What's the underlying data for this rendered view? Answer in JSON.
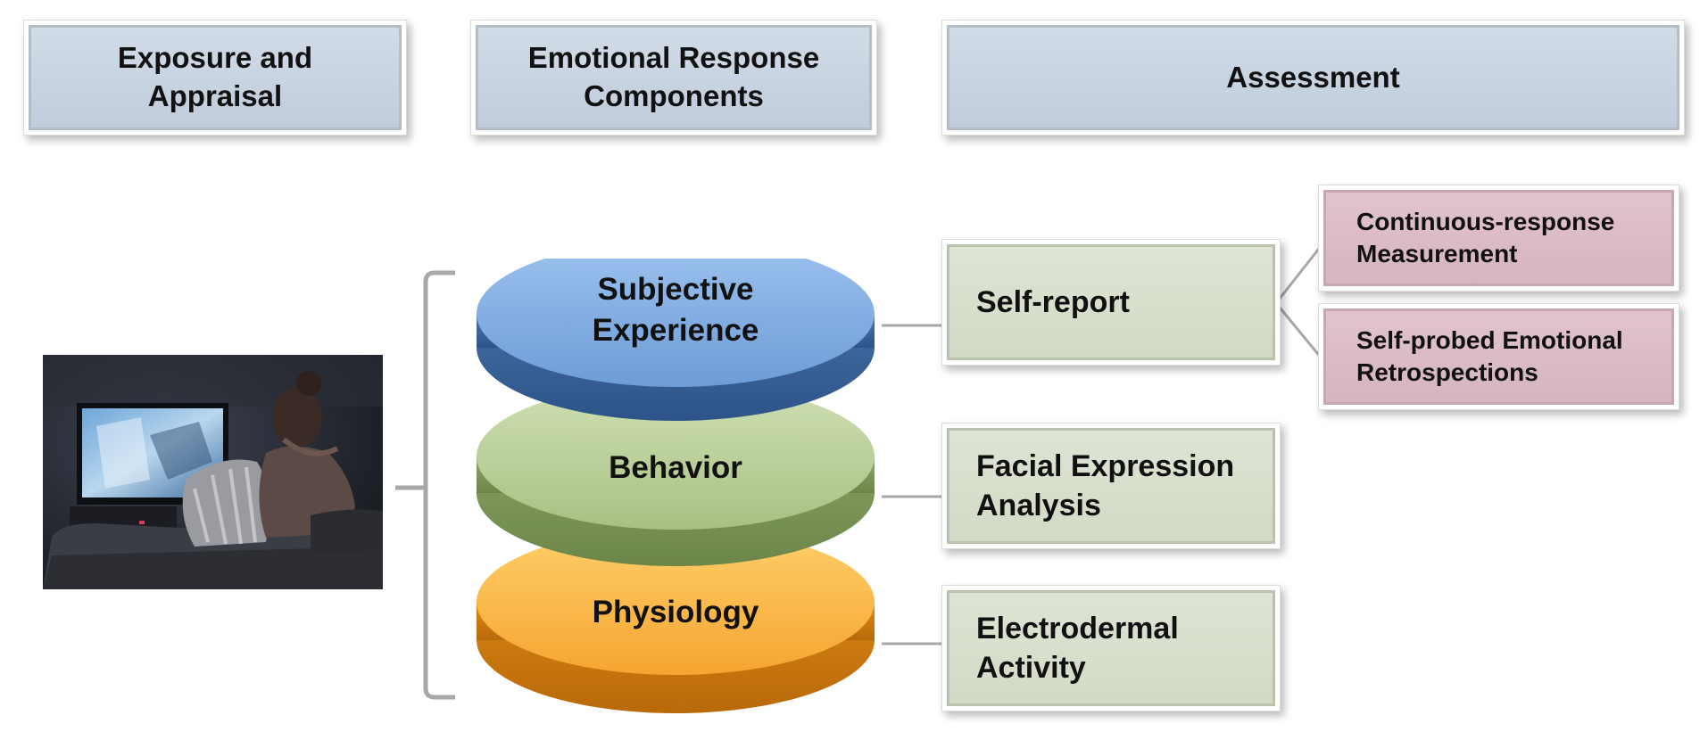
{
  "headers": {
    "exposure": [
      "Exposure and",
      "Appraisal"
    ],
    "emotional": [
      "Emotional Response",
      "Components"
    ],
    "assessment": "Assessment"
  },
  "components": [
    {
      "lines": [
        "Subjective",
        "Experience"
      ],
      "color": "#7fa9df"
    },
    {
      "lines": [
        "Behavior"
      ],
      "color": "#b9cf98"
    },
    {
      "lines": [
        "Physiology"
      ],
      "color": "#f9b347"
    }
  ],
  "assessment_methods": {
    "self_report": [
      "Self-report"
    ],
    "facial": [
      "Facial Expression",
      "Analysis"
    ],
    "electrodermal": [
      "Electrodermal",
      "Activity"
    ]
  },
  "self_report_types": {
    "continuous": [
      "Continuous-response",
      "Measurement"
    ],
    "retrospection": [
      "Self-probed Emotional",
      "Retrospections"
    ]
  },
  "colors": {
    "header_fill": "#c9d4e2",
    "method_fill": "#d9dfce",
    "subtype_fill": "#dcbcc9"
  },
  "image": "person-watching-tv-photo"
}
